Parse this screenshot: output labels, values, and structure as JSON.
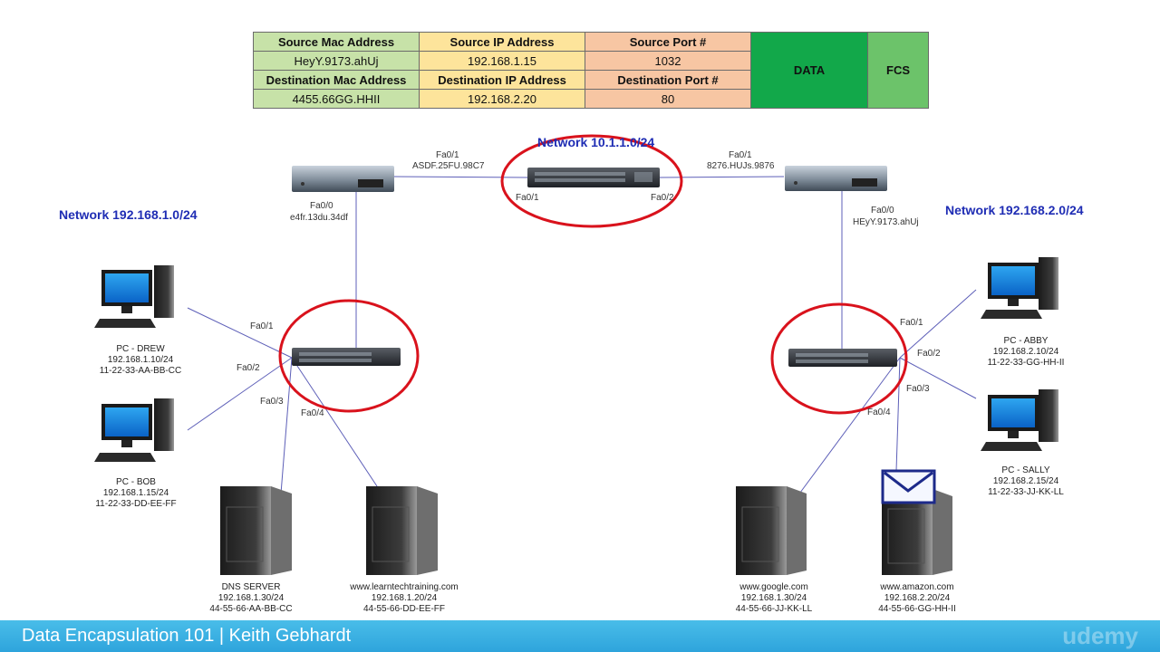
{
  "header": {
    "row1": {
      "src_mac_h": "Source Mac Address",
      "src_ip_h": "Source IP Address",
      "src_port_h": "Source Port #"
    },
    "row2": {
      "src_mac": "HeyY.9173.ahUj",
      "src_ip": "192.168.1.15",
      "src_port": "1032"
    },
    "row3": {
      "dst_mac_h": "Destination Mac Address",
      "dst_ip_h": "Destination IP Address",
      "dst_port_h": "Destination Port #"
    },
    "row4": {
      "dst_mac": "4455.66GG.HHII",
      "dst_ip": "192.168.2.20",
      "dst_port": "80"
    },
    "data": "DATA",
    "fcs": "FCS"
  },
  "networks": {
    "wan": "Network 10.1.1.0/24",
    "left": "Network 192.168.1.0/24",
    "right": "Network 192.168.2.0/24"
  },
  "routers": {
    "left": {
      "fa01": "Fa0/1",
      "fa01_mac": "ASDF.25FU.98C7",
      "fa00": "Fa0/0",
      "fa00_mac": "e4fr.13du.34df"
    },
    "right": {
      "fa01": "Fa0/1",
      "fa01_mac": "8276.HUJs.9876",
      "fa00": "Fa0/0",
      "fa00_mac": "HEyY.9173.ahUj"
    }
  },
  "top_switch": {
    "p1": "Fa0/1",
    "p2": "Fa0/2"
  },
  "left_switch": {
    "p1": "Fa0/1",
    "p2": "Fa0/2",
    "p3": "Fa0/3",
    "p4": "Fa0/4"
  },
  "right_switch": {
    "p1": "Fa0/1",
    "p2": "Fa0/2",
    "p3": "Fa0/3",
    "p4": "Fa0/4"
  },
  "devices": {
    "drew": {
      "name": "PC - DREW",
      "ip": "192.168.1.10/24",
      "mac": "11-22-33-AA-BB-CC"
    },
    "bob": {
      "name": "PC - BOB",
      "ip": "192.168.1.15/24",
      "mac": "11-22-33-DD-EE-FF"
    },
    "dns": {
      "name": "DNS SERVER",
      "ip": "192.168.1.30/24",
      "mac": "44-55-66-AA-BB-CC"
    },
    "learntech": {
      "name": "www.learntechtraining.com",
      "ip": "192.168.1.20/24",
      "mac": "44-55-66-DD-EE-FF"
    },
    "google": {
      "name": "www.google.com",
      "ip": "192.168.1.30/24",
      "mac": "44-55-66-JJ-KK-LL"
    },
    "amazon": {
      "name": "www.amazon.com",
      "ip": "192.168.2.20/24",
      "mac": "44-55-66-GG-HH-II"
    },
    "abby": {
      "name": "PC - ABBY",
      "ip": "192.168.2.10/24",
      "mac": "11-22-33-GG-HH-II"
    },
    "sally": {
      "name": "PC - SALLY",
      "ip": "192.168.2.15/24",
      "mac": "11-22-33-JJ-KK-LL"
    }
  },
  "footer": {
    "title": "Data Encapsulation 101 | Keith Gebhardt",
    "brand": "udemy"
  },
  "colors": {
    "highlight": "#d9121c",
    "network_label": "#1f2db4",
    "link": "#5d5fb8",
    "footer": "#3db1e3"
  }
}
